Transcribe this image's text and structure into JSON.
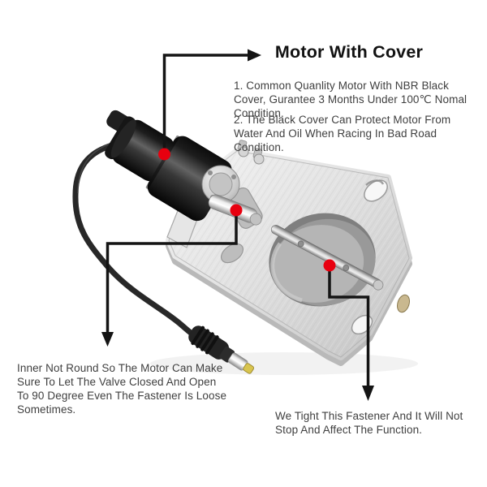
{
  "figure": {
    "kind": "annotated-product-photo",
    "background": "#ffffff",
    "product_parts": [
      "motor-with-black-cover",
      "motor-power-cable",
      "cable-plug-with-brass-tip",
      "stainless-steel-flange",
      "butterfly-valve-plate",
      "valve-spindle-rod",
      "motor-shaft",
      "bolt-holes"
    ],
    "marker": {
      "shape": "red-dot",
      "color": "#e8000f",
      "count": 3
    }
  },
  "colors": {
    "callout_line": "#141414",
    "accent_red": "#e8000f",
    "title_text": "#121212",
    "body_text": "#3f3f3f",
    "motor_black": "#1b1b1b",
    "flange_silver": "#d9d9d9",
    "plug_tip_brass": "#d8c44e"
  },
  "annotations": {
    "title": "Motor With Cover",
    "motor_notes": [
      "1. Common Quanlity Motor With NBR Black Cover, Gurantee 3 Months Under 100℃ Nomal Condition.",
      "2. The Black Cover Can Protect Motor From Water And Oil When Racing In Bad Road Condition."
    ],
    "inner_note": "Inner Not Round So The Motor Can Make Sure To Let The Valve Closed And Open To 90 Degree Even The Fastener Is Loose Sometimes.",
    "fastener_note": "We Tight This Fastener And It Will Not Stop And Affect The Function."
  }
}
